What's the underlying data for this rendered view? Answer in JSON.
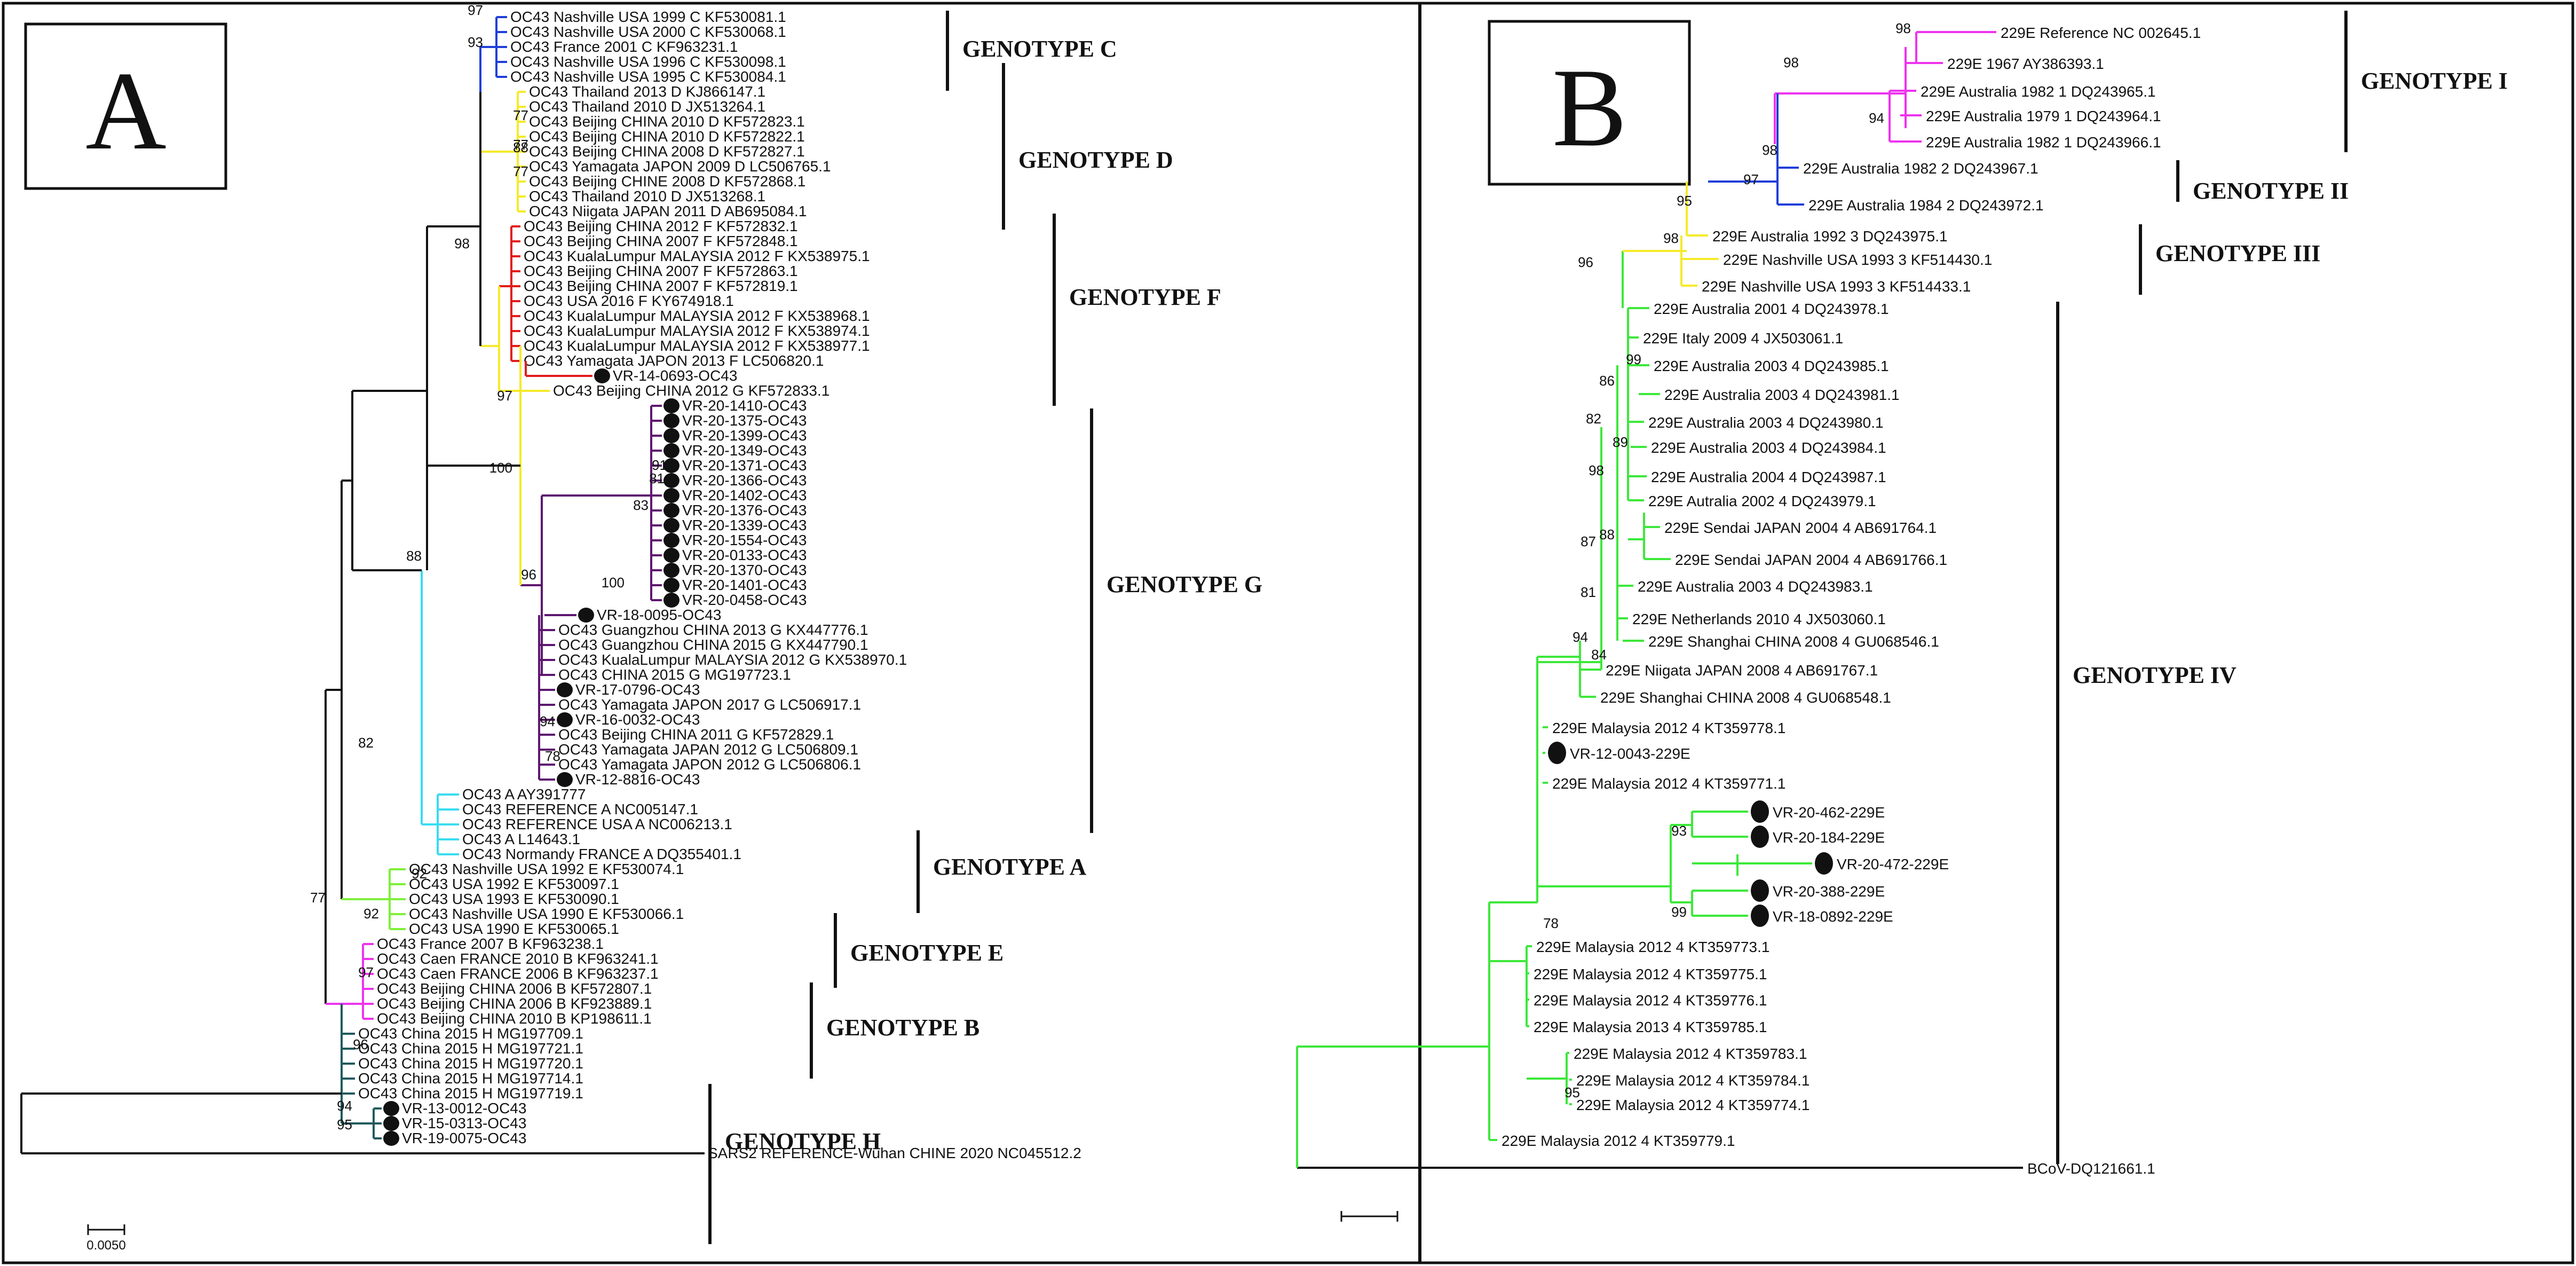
{
  "colors": {
    "black": "#111111",
    "blue": "#1f3fd8",
    "yellow": "#f5ea2a",
    "red": "#e21b1b",
    "purple": "#5e1670",
    "cyan": "#38dcf0",
    "lightgreen": "#7ef03a",
    "green": "#3ce83a",
    "magenta": "#ee33ee",
    "teal": "#1f5a5e"
  },
  "panels": {
    "A": {
      "letter": "A",
      "scale_label": "0.0050",
      "genotypes": [
        {
          "label": "GENOTYPE C"
        },
        {
          "label": "GENOTYPE D"
        },
        {
          "label": "GENOTYPE F"
        },
        {
          "label": "GENOTYPE G"
        },
        {
          "label": "GENOTYPE A"
        },
        {
          "label": "GENOTYPE E"
        },
        {
          "label": "GENOTYPE B"
        },
        {
          "label": "GENOTYPE H"
        }
      ],
      "leaves": [
        {
          "label": "OC43 Nashville USA 1999 C KF530081.1",
          "color": "blue",
          "mark": false
        },
        {
          "label": "OC43 Nashville USA 2000 C KF530068.1",
          "color": "blue",
          "mark": false
        },
        {
          "label": "OC43 France 2001 C KF963231.1",
          "color": "blue",
          "mark": false
        },
        {
          "label": "OC43 Nashville USA 1996 C KF530098.1",
          "color": "blue",
          "mark": false
        },
        {
          "label": "OC43 Nashville USA 1995 C KF530084.1",
          "color": "blue",
          "mark": false
        },
        {
          "label": "OC43 Thailand 2013 D KJ866147.1",
          "color": "yellow",
          "mark": false
        },
        {
          "label": "OC43 Thailand 2010 D JX513264.1",
          "color": "yellow",
          "mark": false
        },
        {
          "label": "OC43 Beijing CHINA 2010 D KF572823.1",
          "color": "yellow",
          "mark": false
        },
        {
          "label": "OC43 Beijing CHINA 2010 D KF572822.1",
          "color": "yellow",
          "mark": false
        },
        {
          "label": "OC43 Beijing CHINA 2008 D KF572827.1",
          "color": "yellow",
          "mark": false
        },
        {
          "label": "OC43 Yamagata JAPON 2009 D LC506765.1",
          "color": "yellow",
          "mark": false
        },
        {
          "label": "OC43 Beijing CHINE 2008 D KF572868.1",
          "color": "yellow",
          "mark": false
        },
        {
          "label": "OC43 Thailand 2010 D JX513268.1",
          "color": "yellow",
          "mark": false
        },
        {
          "label": "OC43 Niigata JAPAN 2011 D AB695084.1",
          "color": "yellow",
          "mark": false
        },
        {
          "label": "OC43 Beijing CHINA 2012 F KF572832.1",
          "color": "red",
          "mark": false
        },
        {
          "label": "OC43 Beijing CHINA 2007 F KF572848.1",
          "color": "red",
          "mark": false
        },
        {
          "label": "OC43 KualaLumpur MALAYSIA 2012 F KX538975.1",
          "color": "red",
          "mark": false
        },
        {
          "label": "OC43 Beijing CHINA 2007 F KF572863.1",
          "color": "red",
          "mark": false
        },
        {
          "label": "OC43 Beijing CHINA 2007 F KF572819.1",
          "color": "red",
          "mark": false
        },
        {
          "label": "OC43 USA 2016 F KY674918.1",
          "color": "red",
          "mark": false
        },
        {
          "label": "OC43 KualaLumpur MALAYSIA 2012 F KX538968.1",
          "color": "red",
          "mark": false
        },
        {
          "label": "OC43 KualaLumpur MALAYSIA 2012 F KX538974.1",
          "color": "red",
          "mark": false
        },
        {
          "label": "OC43 KualaLumpur MALAYSIA 2012 F KX538977.1",
          "color": "red",
          "mark": false
        },
        {
          "label": "OC43 Yamagata JAPON 2013 F LC506820.1",
          "color": "red",
          "mark": false
        },
        {
          "label": "VR-14-0693-OC43",
          "color": "red",
          "mark": true
        },
        {
          "label": "OC43 Beijing CHINA 2012 G KF572833.1",
          "color": "yellow",
          "mark": false
        },
        {
          "label": "VR-20-1410-OC43",
          "color": "purple",
          "mark": true
        },
        {
          "label": "VR-20-1375-OC43",
          "color": "purple",
          "mark": true
        },
        {
          "label": "VR-20-1399-OC43",
          "color": "purple",
          "mark": true
        },
        {
          "label": "VR-20-1349-OC43",
          "color": "purple",
          "mark": true
        },
        {
          "label": "VR-20-1371-OC43",
          "color": "purple",
          "mark": true
        },
        {
          "label": "VR-20-1366-OC43",
          "color": "purple",
          "mark": true
        },
        {
          "label": "VR-20-1402-OC43",
          "color": "purple",
          "mark": true
        },
        {
          "label": "VR-20-1376-OC43",
          "color": "purple",
          "mark": true
        },
        {
          "label": "VR-20-1339-OC43",
          "color": "purple",
          "mark": true
        },
        {
          "label": "VR-20-1554-OC43",
          "color": "purple",
          "mark": true
        },
        {
          "label": "VR-20-0133-OC43",
          "color": "purple",
          "mark": true
        },
        {
          "label": "VR-20-1370-OC43",
          "color": "purple",
          "mark": true
        },
        {
          "label": "VR-20-1401-OC43",
          "color": "purple",
          "mark": true
        },
        {
          "label": "VR-20-0458-OC43",
          "color": "purple",
          "mark": true
        },
        {
          "label": "VR-18-0095-OC43",
          "color": "purple",
          "mark": true
        },
        {
          "label": "OC43 Guangzhou CHINA 2013 G KX447776.1",
          "color": "purple",
          "mark": false
        },
        {
          "label": "OC43 Guangzhou CHINA 2015 G KX447790.1",
          "color": "purple",
          "mark": false
        },
        {
          "label": "OC43 KualaLumpur MALAYSIA 2012 G KX538970.1",
          "color": "purple",
          "mark": false
        },
        {
          "label": "OC43 CHINA 2015 G MG197723.1",
          "color": "purple",
          "mark": false
        },
        {
          "label": "VR-17-0796-OC43",
          "color": "purple",
          "mark": true
        },
        {
          "label": "OC43 Yamagata JAPON 2017 G LC506917.1",
          "color": "purple",
          "mark": false
        },
        {
          "label": "VR-16-0032-OC43",
          "color": "purple",
          "mark": true
        },
        {
          "label": "OC43 Beijing CHINA 2011 G KF572829.1",
          "color": "purple",
          "mark": false
        },
        {
          "label": "OC43 Yamagata JAPAN 2012 G LC506809.1",
          "color": "purple",
          "mark": false
        },
        {
          "label": "OC43 Yamagata JAPON 2012 G LC506806.1",
          "color": "purple",
          "mark": false
        },
        {
          "label": "VR-12-8816-OC43",
          "color": "purple",
          "mark": true
        },
        {
          "label": "OC43 A AY391777",
          "color": "cyan",
          "mark": false
        },
        {
          "label": "OC43 REFERENCE A NC005147.1",
          "color": "cyan",
          "mark": false
        },
        {
          "label": "OC43 REFERENCE USA A NC006213.1",
          "color": "cyan",
          "mark": false
        },
        {
          "label": "OC43 A L14643.1",
          "color": "cyan",
          "mark": false
        },
        {
          "label": "OC43 Normandy FRANCE A DQ355401.1",
          "color": "cyan",
          "mark": false
        },
        {
          "label": "OC43 Nashville USA 1992 E KF530074.1",
          "color": "lightgreen",
          "mark": false
        },
        {
          "label": "OC43 USA 1992 E KF530097.1",
          "color": "lightgreen",
          "mark": false
        },
        {
          "label": "OC43 USA 1993 E KF530090.1",
          "color": "lightgreen",
          "mark": false
        },
        {
          "label": "OC43 Nashville USA 1990 E KF530066.1",
          "color": "lightgreen",
          "mark": false
        },
        {
          "label": "OC43 USA 1990 E KF530065.1",
          "color": "lightgreen",
          "mark": false
        },
        {
          "label": "OC43 France 2007 B KF963238.1",
          "color": "magenta",
          "mark": false
        },
        {
          "label": "OC43 Caen FRANCE 2010 B KF963241.1",
          "color": "magenta",
          "mark": false
        },
        {
          "label": "OC43 Caen FRANCE 2006 B KF963237.1",
          "color": "magenta",
          "mark": false
        },
        {
          "label": "OC43 Beijing CHINA 2006 B KF572807.1",
          "color": "magenta",
          "mark": false
        },
        {
          "label": "OC43 Beijing CHINA 2006 B KF923889.1",
          "color": "magenta",
          "mark": false
        },
        {
          "label": "OC43 Beijing CHINA 2010 B KP198611.1",
          "color": "magenta",
          "mark": false
        },
        {
          "label": "OC43 China 2015 H MG197709.1",
          "color": "teal",
          "mark": false
        },
        {
          "label": "OC43 China 2015 H MG197721.1",
          "color": "teal",
          "mark": false
        },
        {
          "label": "OC43 China 2015 H MG197720.1",
          "color": "teal",
          "mark": false
        },
        {
          "label": "OC43 China 2015 H MG197714.1",
          "color": "teal",
          "mark": false
        },
        {
          "label": "OC43 China 2015 H MG197719.1",
          "color": "teal",
          "mark": false
        },
        {
          "label": "VR-13-0012-OC43",
          "color": "teal",
          "mark": true
        },
        {
          "label": "VR-15-0313-OC43",
          "color": "teal",
          "mark": true
        },
        {
          "label": "VR-19-0075-OC43",
          "color": "teal",
          "mark": true
        },
        {
          "label": "SARS2 REFERENCE-Wuhan CHINE 2020 NC045512.2",
          "color": "black",
          "mark": false
        }
      ],
      "bootstrap": [
        "97",
        "93",
        "77",
        "77",
        "88",
        "77",
        "98",
        "97",
        "100",
        "91",
        "81",
        "83",
        "100",
        "96",
        "94",
        "78",
        "88",
        "92",
        "82",
        "77",
        "92",
        "97",
        "94",
        "95",
        "96"
      ]
    },
    "B": {
      "letter": "B",
      "genotypes": [
        {
          "label": "GENOTYPE I"
        },
        {
          "label": "GENOTYPE II"
        },
        {
          "label": "GENOTYPE III"
        },
        {
          "label": "GENOTYPE IV"
        }
      ],
      "leaves": [
        {
          "label": "229E Reference NC 002645.1",
          "color": "magenta",
          "mark": false
        },
        {
          "label": "229E 1967 AY386393.1",
          "color": "magenta",
          "mark": false
        },
        {
          "label": "229E Australia 1982 1 DQ243965.1",
          "color": "magenta",
          "mark": false
        },
        {
          "label": "229E Australia 1979 1 DQ243964.1",
          "color": "magenta",
          "mark": false
        },
        {
          "label": "229E Australia 1982 1 DQ243966.1",
          "color": "magenta",
          "mark": false
        },
        {
          "label": "229E Australia 1982 2 DQ243967.1",
          "color": "blue",
          "mark": false
        },
        {
          "label": "229E Australia 1984 2 DQ243972.1",
          "color": "blue",
          "mark": false
        },
        {
          "label": "229E Australia 1992 3 DQ243975.1",
          "color": "yellow",
          "mark": false
        },
        {
          "label": "229E Nashville USA 1993 3 KF514430.1",
          "color": "yellow",
          "mark": false
        },
        {
          "label": "229E Nashville USA 1993 3 KF514433.1",
          "color": "yellow",
          "mark": false
        },
        {
          "label": "229E Australia 2001 4 DQ243978.1",
          "color": "green",
          "mark": false
        },
        {
          "label": "229E Italy 2009 4 JX503061.1",
          "color": "green",
          "mark": false
        },
        {
          "label": "229E Australia 2003 4 DQ243985.1",
          "color": "green",
          "mark": false
        },
        {
          "label": "229E Australia 2003 4 DQ243981.1",
          "color": "green",
          "mark": false
        },
        {
          "label": "229E Australia 2003 4 DQ243980.1",
          "color": "green",
          "mark": false
        },
        {
          "label": "229E Australia 2003 4 DQ243984.1",
          "color": "green",
          "mark": false
        },
        {
          "label": "229E Australia 2004 4 DQ243987.1",
          "color": "green",
          "mark": false
        },
        {
          "label": "229E Autralia 2002 4 DQ243979.1",
          "color": "green",
          "mark": false
        },
        {
          "label": "229E Sendai JAPAN 2004 4 AB691764.1",
          "color": "green",
          "mark": false
        },
        {
          "label": "229E Sendai JAPAN 2004 4 AB691766.1",
          "color": "green",
          "mark": false
        },
        {
          "label": "229E Australia 2003 4 DQ243983.1",
          "color": "green",
          "mark": false
        },
        {
          "label": "229E Netherlands 2010 4 JX503060.1",
          "color": "green",
          "mark": false
        },
        {
          "label": "229E Shanghai CHINA 2008 4 GU068546.1",
          "color": "green",
          "mark": false
        },
        {
          "label": "229E Niigata JAPAN 2008 4 AB691767.1",
          "color": "green",
          "mark": false
        },
        {
          "label": "229E Shanghai CHINA 2008 4 GU068548.1",
          "color": "green",
          "mark": false
        },
        {
          "label": "229E Malaysia 2012 4 KT359778.1",
          "color": "green",
          "mark": false
        },
        {
          "label": "VR-12-0043-229E",
          "color": "green",
          "mark": true
        },
        {
          "label": "229E Malaysia 2012 4 KT359771.1",
          "color": "green",
          "mark": false
        },
        {
          "label": "VR-20-462-229E",
          "color": "green",
          "mark": true
        },
        {
          "label": "VR-20-184-229E",
          "color": "green",
          "mark": true
        },
        {
          "label": "VR-20-472-229E",
          "color": "green",
          "mark": true
        },
        {
          "label": "VR-20-388-229E",
          "color": "green",
          "mark": true
        },
        {
          "label": "VR-18-0892-229E",
          "color": "green",
          "mark": true
        },
        {
          "label": "229E Malaysia 2012 4 KT359773.1",
          "color": "green",
          "mark": false
        },
        {
          "label": "229E Malaysia 2012 4 KT359775.1",
          "color": "green",
          "mark": false
        },
        {
          "label": "229E Malaysia 2012 4 KT359776.1",
          "color": "green",
          "mark": false
        },
        {
          "label": "229E Malaysia 2013 4 KT359785.1",
          "color": "green",
          "mark": false
        },
        {
          "label": "229E Malaysia 2012 4 KT359783.1",
          "color": "green",
          "mark": false
        },
        {
          "label": "229E Malaysia 2012 4 KT359784.1",
          "color": "green",
          "mark": false
        },
        {
          "label": "229E Malaysia 2012 4 KT359774.1",
          "color": "green",
          "mark": false
        },
        {
          "label": "229E Malaysia 2012 4 KT359779.1",
          "color": "green",
          "mark": false
        },
        {
          "label": "BCoV-DQ121661.1",
          "color": "black",
          "mark": false
        }
      ],
      "bootstrap": [
        "98",
        "98",
        "94",
        "98",
        "97",
        "95",
        "98",
        "96",
        "99",
        "86",
        "82",
        "89",
        "98",
        "88",
        "87",
        "81",
        "94",
        "84",
        "93",
        "99",
        "78",
        "95"
      ]
    }
  }
}
